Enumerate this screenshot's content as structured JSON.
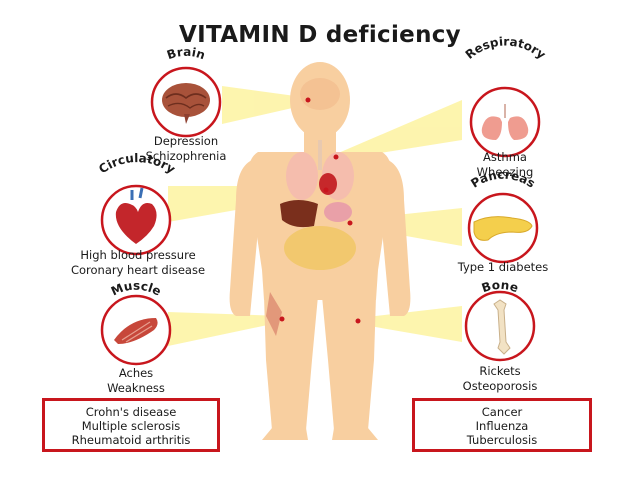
{
  "title": "VITAMIN D deficiency",
  "colors": {
    "ring": "#c8161d",
    "body": "#f8cfa0",
    "beam": "#fdf3a0",
    "text": "#1a1a1a"
  },
  "organs": [
    {
      "id": "brain",
      "label": "Brain",
      "icon": "brain-icon",
      "conditions": [
        "Depression",
        "Schizophrenia"
      ]
    },
    {
      "id": "respiratory",
      "label": "Respiratory",
      "icon": "lungs-icon",
      "conditions": [
        "Asthma",
        "Wheezing"
      ]
    },
    {
      "id": "circulatory",
      "label": "Circulatory",
      "icon": "heart-icon",
      "conditions": [
        "High blood pressure",
        "Coronary heart disease"
      ]
    },
    {
      "id": "pancreas",
      "label": "Pancreas",
      "icon": "pancreas-icon",
      "conditions": [
        "Type 1 diabetes"
      ]
    },
    {
      "id": "muscle",
      "label": "Muscle",
      "icon": "muscle-icon",
      "conditions": [
        "Aches",
        "Weakness"
      ]
    },
    {
      "id": "bone",
      "label": "Bone",
      "icon": "bone-icon",
      "conditions": [
        "Rickets",
        "Osteoporosis"
      ]
    }
  ],
  "boxes": [
    {
      "id": "autoimmune",
      "items": [
        "Crohn's disease",
        "Multiple sclerosis",
        "Rheumatoid arthritis"
      ]
    },
    {
      "id": "other",
      "items": [
        "Cancer",
        "Influenza",
        "Tuberculosis"
      ]
    }
  ]
}
